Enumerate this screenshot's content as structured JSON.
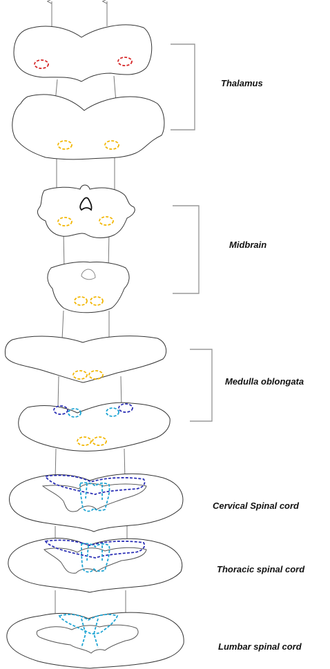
{
  "labels": {
    "thalamus": "Thalamus",
    "midbrain": "Midbrain",
    "medulla": "Medulla oblongata",
    "cervical": "Cervical Spinal cord",
    "thoracic": "Thoracic spinal cord",
    "lumbar": "Lumbar spinal cord"
  },
  "colors": {
    "red": "#d62728",
    "orange": "#f2b705",
    "navy": "#2b2fb5",
    "cyan": "#1fa5d4",
    "outline": "#333333",
    "connector": "#777777",
    "bracket": "#999999"
  }
}
